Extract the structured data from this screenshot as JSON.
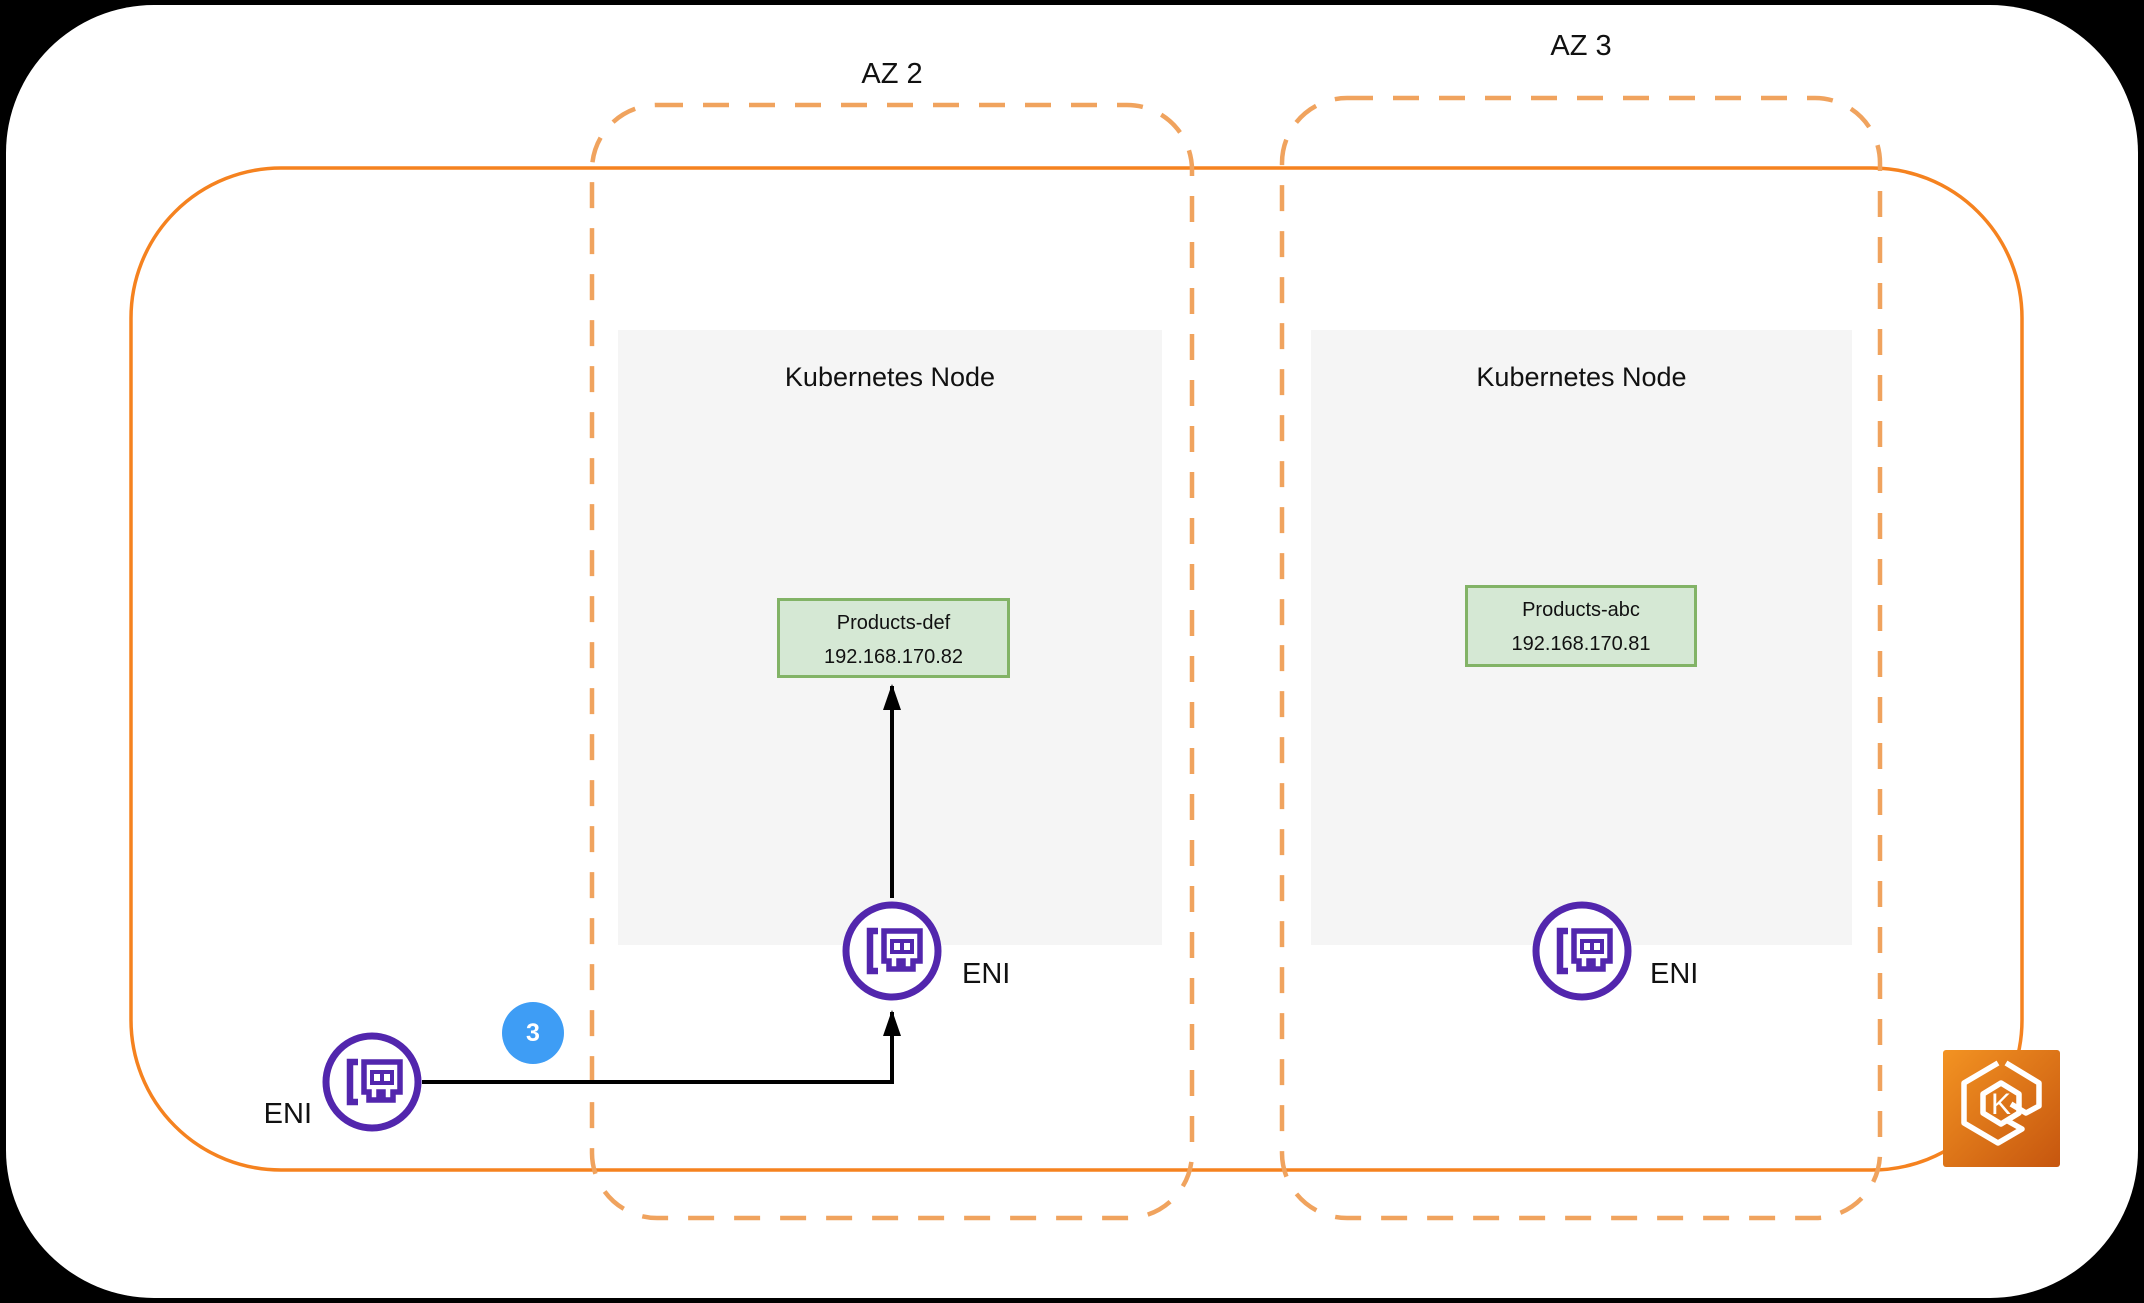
{
  "labels": {
    "az2": "AZ 2",
    "az3": "AZ 3",
    "node_left_title": "Kubernetes Node",
    "node_right_title": "Kubernetes Node",
    "pod_left_name": "Products-def",
    "pod_left_ip": "192.168.170.82",
    "pod_right_name": "Products-abc",
    "pod_right_ip": "192.168.170.81",
    "eni_external": "ENI",
    "eni_az2": "ENI",
    "eni_az3": "ENI",
    "badge": "3",
    "eks_letter": "K"
  },
  "colors": {
    "az_dashed": "#F0A35E",
    "cluster_border": "#F5821F",
    "node_fill": "#F5F5F5",
    "pod_fill": "#D5E8D4",
    "pod_border": "#82B366",
    "eni_purple": "#5226AD",
    "badge_blue": "#3E9DF5",
    "arrow": "#000000",
    "eks_gradient_start": "#F39322",
    "eks_gradient_end": "#C6560F"
  }
}
